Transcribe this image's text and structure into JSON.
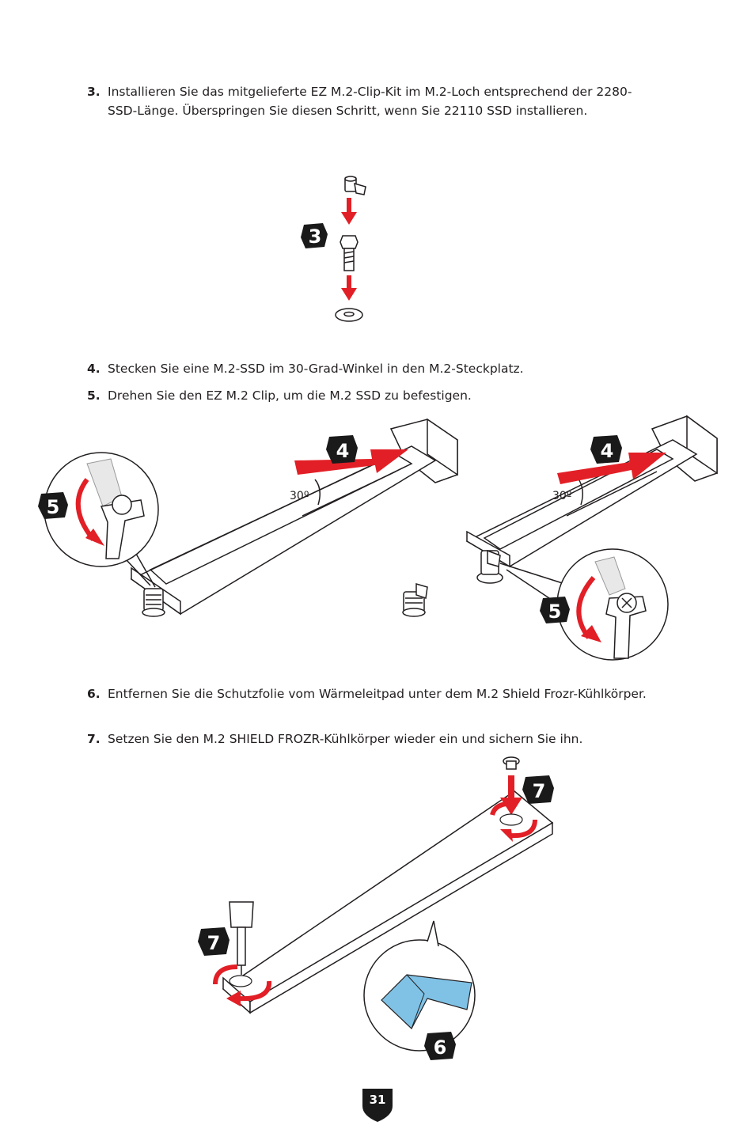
{
  "steps": [
    {
      "num": "3.",
      "text": "Installieren Sie das mitgelieferte EZ M.2-Clip-Kit im M.2-Loch entsprechend der 2280-SSD-Länge. Überspringen Sie diesen Schritt, wenn Sie 22110 SSD installieren."
    },
    {
      "num": "4.",
      "text": "Stecken Sie eine M.2-SSD im 30-Grad-Winkel in den M.2-Steckplatz."
    },
    {
      "num": "5.",
      "text": "Drehen Sie den EZ M.2 Clip, um die M.2 SSD zu befestigen."
    },
    {
      "num": "6.",
      "text": "Entfernen Sie die Schutzfolie vom Wärmeleitpad unter dem M.2 Shield Frozr-Kühlkörper."
    },
    {
      "num": "7.",
      "text": "Setzen Sie den M.2 SHIELD FROZR-Kühlkörper wieder ein und sichern Sie ihn."
    }
  ],
  "badges": {
    "step3": "3",
    "step4": "4",
    "step5": "5",
    "step6": "6",
    "step7": "7"
  },
  "angle_label": "30º",
  "page_number": "31",
  "colors": {
    "accent_red": "#e21f26",
    "badge_black": "#1a1a1a",
    "thermal_pad": "#7fc2e6"
  }
}
